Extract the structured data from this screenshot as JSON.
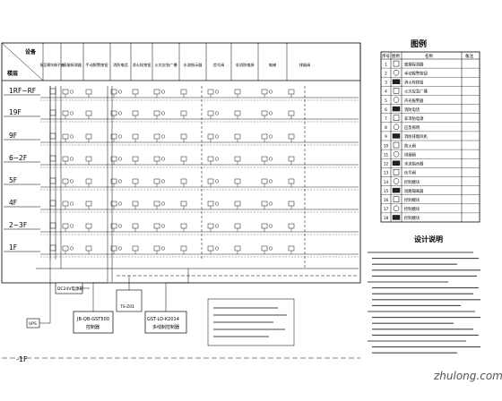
{
  "riser": {
    "corner": {
      "equipment": "设备",
      "floor": "楼层"
    },
    "column_headers": [
      "接至模块端子箱",
      "感烟探测器",
      "手动报警按钮",
      "消防电话",
      "消火栓按钮",
      "火灾应急广播",
      "水流指示器",
      "信号阀",
      "非消防电源",
      "电梯",
      "排烟阀"
    ],
    "floors": [
      "1RF~RF",
      "19F",
      "9F",
      "6~2F",
      "5F",
      "4F",
      "2~3F",
      "1F"
    ],
    "bottom_floor": "-1F",
    "controllers": [
      {
        "model": "JB-QB-GST500",
        "name": "控制器"
      },
      {
        "model": "GST-LD-K2014",
        "name": "多线制控制器"
      }
    ],
    "power_box_label": "DC24V电源箱",
    "broadcast_box_label": "TS-Z01",
    "notes_box_label": "",
    "ups_label": "UPS"
  },
  "legend": {
    "title": "图例",
    "headers": {
      "no": "序号",
      "symbol": "图例",
      "name": "名称",
      "remark": "备注"
    },
    "rows": [
      {
        "no": "1",
        "name": "感烟探测器"
      },
      {
        "no": "2",
        "name": "手动报警按钮"
      },
      {
        "no": "3",
        "name": "消火栓按钮"
      },
      {
        "no": "4",
        "name": "火灾应急广播"
      },
      {
        "no": "5",
        "name": "声光报警器"
      },
      {
        "no": "6",
        "name": "消防电话"
      },
      {
        "no": "7",
        "name": "非消防电源"
      },
      {
        "no": "8",
        "name": "应急照明"
      },
      {
        "no": "9",
        "name": "消防排烟风机"
      },
      {
        "no": "10",
        "name": "防火阀"
      },
      {
        "no": "11",
        "name": "排烟阀"
      },
      {
        "no": "12",
        "name": "水流指示器"
      },
      {
        "no": "13",
        "name": "信号阀"
      },
      {
        "no": "14",
        "name": "控制模块"
      },
      {
        "no": "15",
        "name": "短路隔离器"
      },
      {
        "no": "16",
        "name": "控制模块"
      },
      {
        "no": "17",
        "name": "控制模块"
      },
      {
        "no": "18",
        "name": "控制模块"
      }
    ]
  },
  "design_notes": {
    "title": "设计说明"
  },
  "watermark": "zhulong.com"
}
